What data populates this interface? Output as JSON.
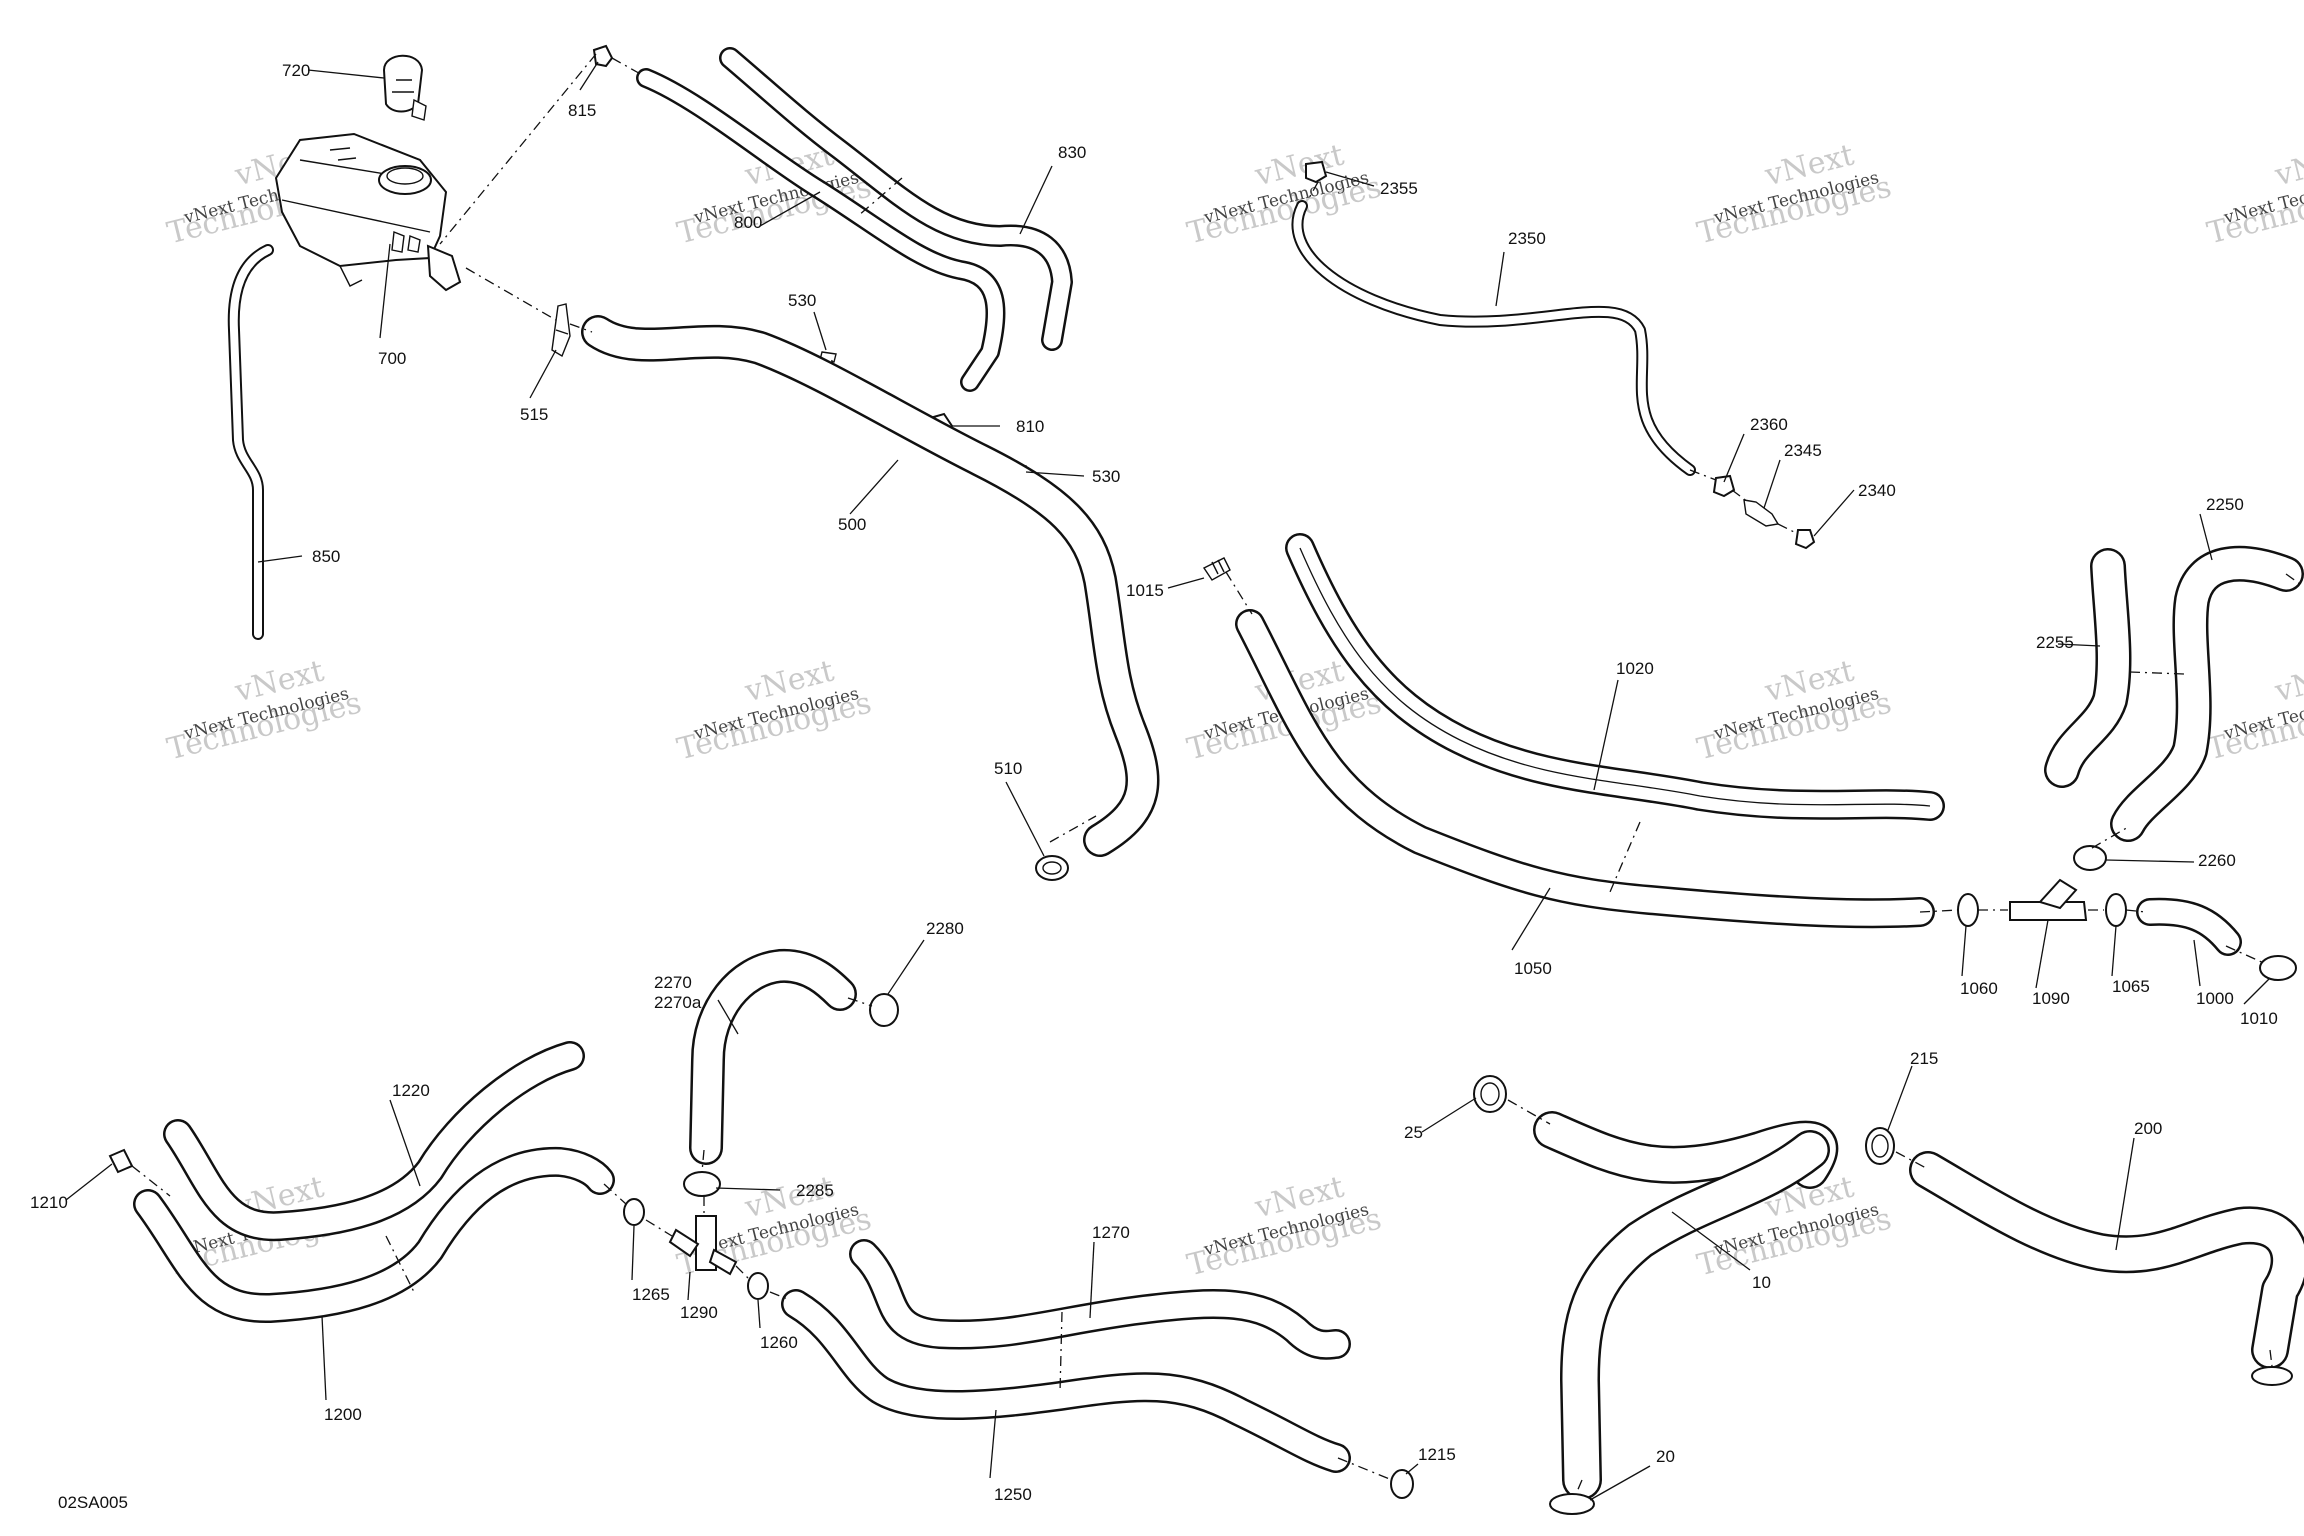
{
  "diagram": {
    "reference_code": "02SA005",
    "callouts": [
      "720",
      "815",
      "830",
      "800",
      "700",
      "530",
      "515",
      "810",
      "530",
      "500",
      "850",
      "510",
      "2355",
      "2350",
      "2360",
      "2345",
      "2340",
      "1015",
      "1020",
      "2250",
      "2255",
      "1050",
      "2260",
      "1060",
      "1090",
      "1065",
      "1000",
      "1010",
      "2280",
      "2270",
      "2270a",
      "1220",
      "2285",
      "1210",
      "1265",
      "1290",
      "1260",
      "1200",
      "1270",
      "1250",
      "1215",
      "25",
      "215",
      "200",
      "10",
      "20"
    ],
    "watermark": {
      "line1": "vNext",
      "line2": "Technologies",
      "line3": "vNext Technologies"
    }
  }
}
